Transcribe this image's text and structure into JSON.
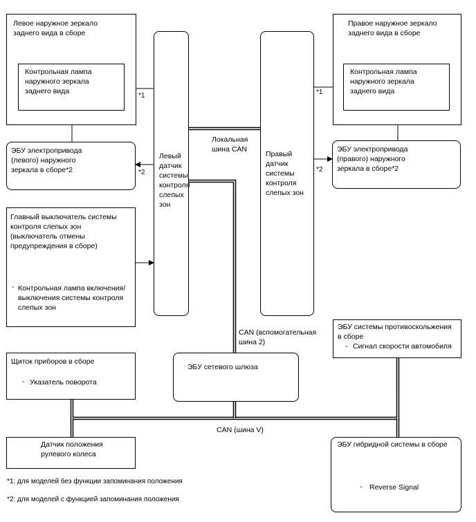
{
  "left_mirror": {
    "title": "Левое наружное зеркало\nзаднего вида в сборе",
    "lamp": "Контрольная лампа\nнаружного зеркала\nзаднего вида"
  },
  "right_mirror": {
    "title": "Правое наружное зеркало\nзаднего вида в сборе",
    "lamp": "Контрольная лампа\nнаружного зеркала\nзаднего вида"
  },
  "left_ecu": "ЭБУ электропривода\n(левого) наружного\nзеркала в сборе*2",
  "right_ecu": "ЭБУ электропривода\n(правого) наружного\nзеркала в сборе*2",
  "left_sensor": "Левый\nдатчик\nсистемы\nконтроля\nслепых зон",
  "right_sensor": "Правый\nдатчик\nсистемы\nконтроля\nслепых зон",
  "main_switch": {
    "title": "Главный выключатель системы\nконтроля слепых зон\n(выключатель отмены\nпредупреждения в сборе)",
    "item": "Контрольная лампа включения/\nвыключения системы контроля\nслепых зон"
  },
  "abs_ecu": {
    "title": "ЭБУ системы противоскольжения\nв сборе",
    "item": "Сигнал скорости автомобиля"
  },
  "combination_meter": {
    "title": "Щиток приборов в сборе",
    "item": "Указатель поворота"
  },
  "gateway_ecu": "ЭБУ сетевого шлюза",
  "steering_sensor": "Датчик положения\nрулевого колеса",
  "hybrid_ecu": {
    "title": "ЭБУ гибридной системы в сборе",
    "item": "Reverse Signal"
  },
  "bus_labels": {
    "local_can": "Локальная\nшина CAN",
    "can_sub2": "CAN (вспомогательная\nшина 2)",
    "can_v": "CAN (шина V)"
  },
  "markers": {
    "m1": "*1",
    "m2": "*2"
  },
  "bullet": "-",
  "footnotes": {
    "f1": "*1: для моделей без функции запоминания положения",
    "f2": "*2: для моделей с функцией запоминания положения"
  }
}
